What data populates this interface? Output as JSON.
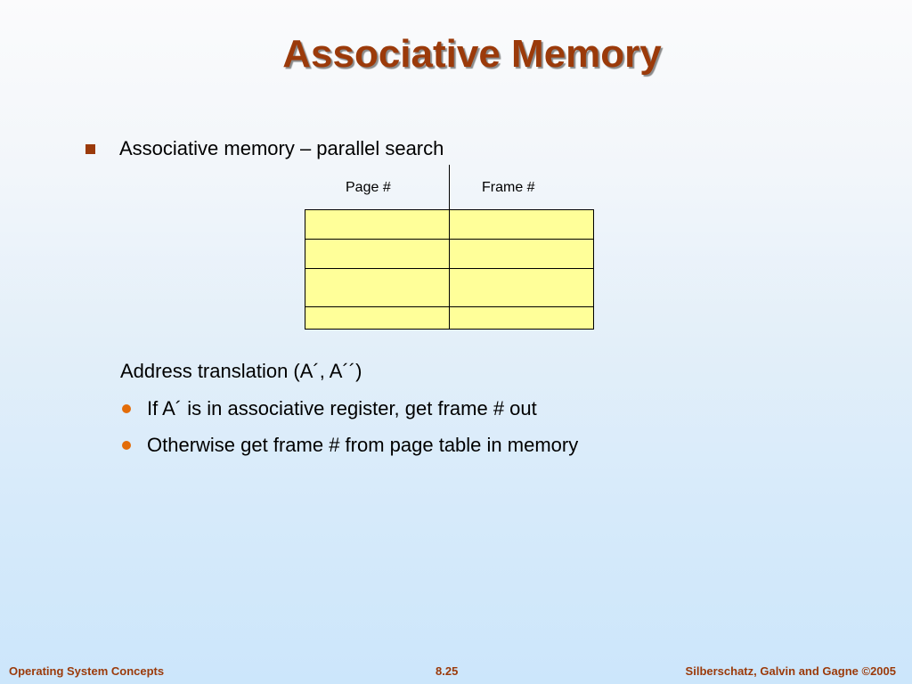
{
  "slide": {
    "title": "Associative Memory",
    "bullet": "Associative memory – parallel search",
    "table": {
      "headers": [
        "Page #",
        "Frame #"
      ],
      "row_count": 4,
      "cell_color": "#ffff99"
    },
    "address_translation": "Address translation (A´, A´´)",
    "sub_bullets": [
      "If A´ is in associative register, get frame # out",
      "Otherwise get frame # from page table in memory"
    ]
  },
  "footer": {
    "left": "Operating System Concepts",
    "center": "8.25",
    "right": "Silberschatz, Galvin and Gagne ©2005"
  },
  "colors": {
    "accent": "#9b3a0a",
    "dot_bullet": "#e36c09"
  }
}
